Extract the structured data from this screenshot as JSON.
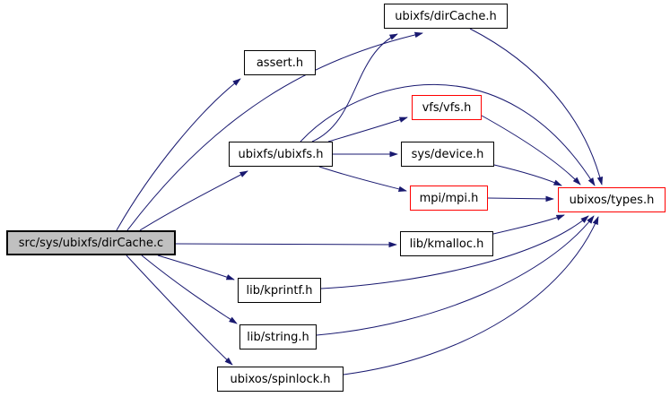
{
  "graph": {
    "edge_color": "#191970",
    "default_border_color": "#000000",
    "unresolved_border_color": "#ff0000",
    "main_node_fill": "#c0c0c0",
    "nodes": [
      {
        "id": "dircache-c",
        "label": "src/sys/ubixfs/dirCache.c",
        "border": "#000000",
        "fill": "#c0c0c0",
        "main": true
      },
      {
        "id": "assert-h",
        "label": "assert.h",
        "border": "#000000",
        "fill": "#ffffff",
        "main": false
      },
      {
        "id": "dircache-h",
        "label": "ubixfs/dirCache.h",
        "border": "#000000",
        "fill": "#ffffff",
        "main": false
      },
      {
        "id": "vfs-h",
        "label": "vfs/vfs.h",
        "border": "#ff0000",
        "fill": "#ffffff",
        "main": false
      },
      {
        "id": "ubixfs-h",
        "label": "ubixfs/ubixfs.h",
        "border": "#000000",
        "fill": "#ffffff",
        "main": false
      },
      {
        "id": "device-h",
        "label": "sys/device.h",
        "border": "#000000",
        "fill": "#ffffff",
        "main": false
      },
      {
        "id": "mpi-h",
        "label": "mpi/mpi.h",
        "border": "#ff0000",
        "fill": "#ffffff",
        "main": false
      },
      {
        "id": "types-h",
        "label": "ubixos/types.h",
        "border": "#ff0000",
        "fill": "#ffffff",
        "main": false
      },
      {
        "id": "kmalloc-h",
        "label": "lib/kmalloc.h",
        "border": "#000000",
        "fill": "#ffffff",
        "main": false
      },
      {
        "id": "kprintf-h",
        "label": "lib/kprintf.h",
        "border": "#000000",
        "fill": "#ffffff",
        "main": false
      },
      {
        "id": "string-h",
        "label": "lib/string.h",
        "border": "#000000",
        "fill": "#ffffff",
        "main": false
      },
      {
        "id": "spinlock-h",
        "label": "ubixos/spinlock.h",
        "border": "#000000",
        "fill": "#ffffff",
        "main": false
      }
    ],
    "edges": [
      {
        "from": "dircache-c",
        "to": "assert-h"
      },
      {
        "from": "dircache-c",
        "to": "dircache-h"
      },
      {
        "from": "dircache-c",
        "to": "ubixfs-h"
      },
      {
        "from": "dircache-c",
        "to": "kmalloc-h"
      },
      {
        "from": "dircache-c",
        "to": "kprintf-h"
      },
      {
        "from": "dircache-c",
        "to": "string-h"
      },
      {
        "from": "dircache-c",
        "to": "spinlock-h"
      },
      {
        "from": "ubixfs-h",
        "to": "dircache-h"
      },
      {
        "from": "ubixfs-h",
        "to": "vfs-h"
      },
      {
        "from": "ubixfs-h",
        "to": "device-h"
      },
      {
        "from": "ubixfs-h",
        "to": "mpi-h"
      },
      {
        "from": "ubixfs-h",
        "to": "types-h"
      },
      {
        "from": "dircache-h",
        "to": "types-h"
      },
      {
        "from": "vfs-h",
        "to": "types-h"
      },
      {
        "from": "device-h",
        "to": "types-h"
      },
      {
        "from": "mpi-h",
        "to": "types-h"
      },
      {
        "from": "kmalloc-h",
        "to": "types-h"
      },
      {
        "from": "kprintf-h",
        "to": "types-h"
      },
      {
        "from": "string-h",
        "to": "types-h"
      },
      {
        "from": "spinlock-h",
        "to": "types-h"
      }
    ]
  }
}
